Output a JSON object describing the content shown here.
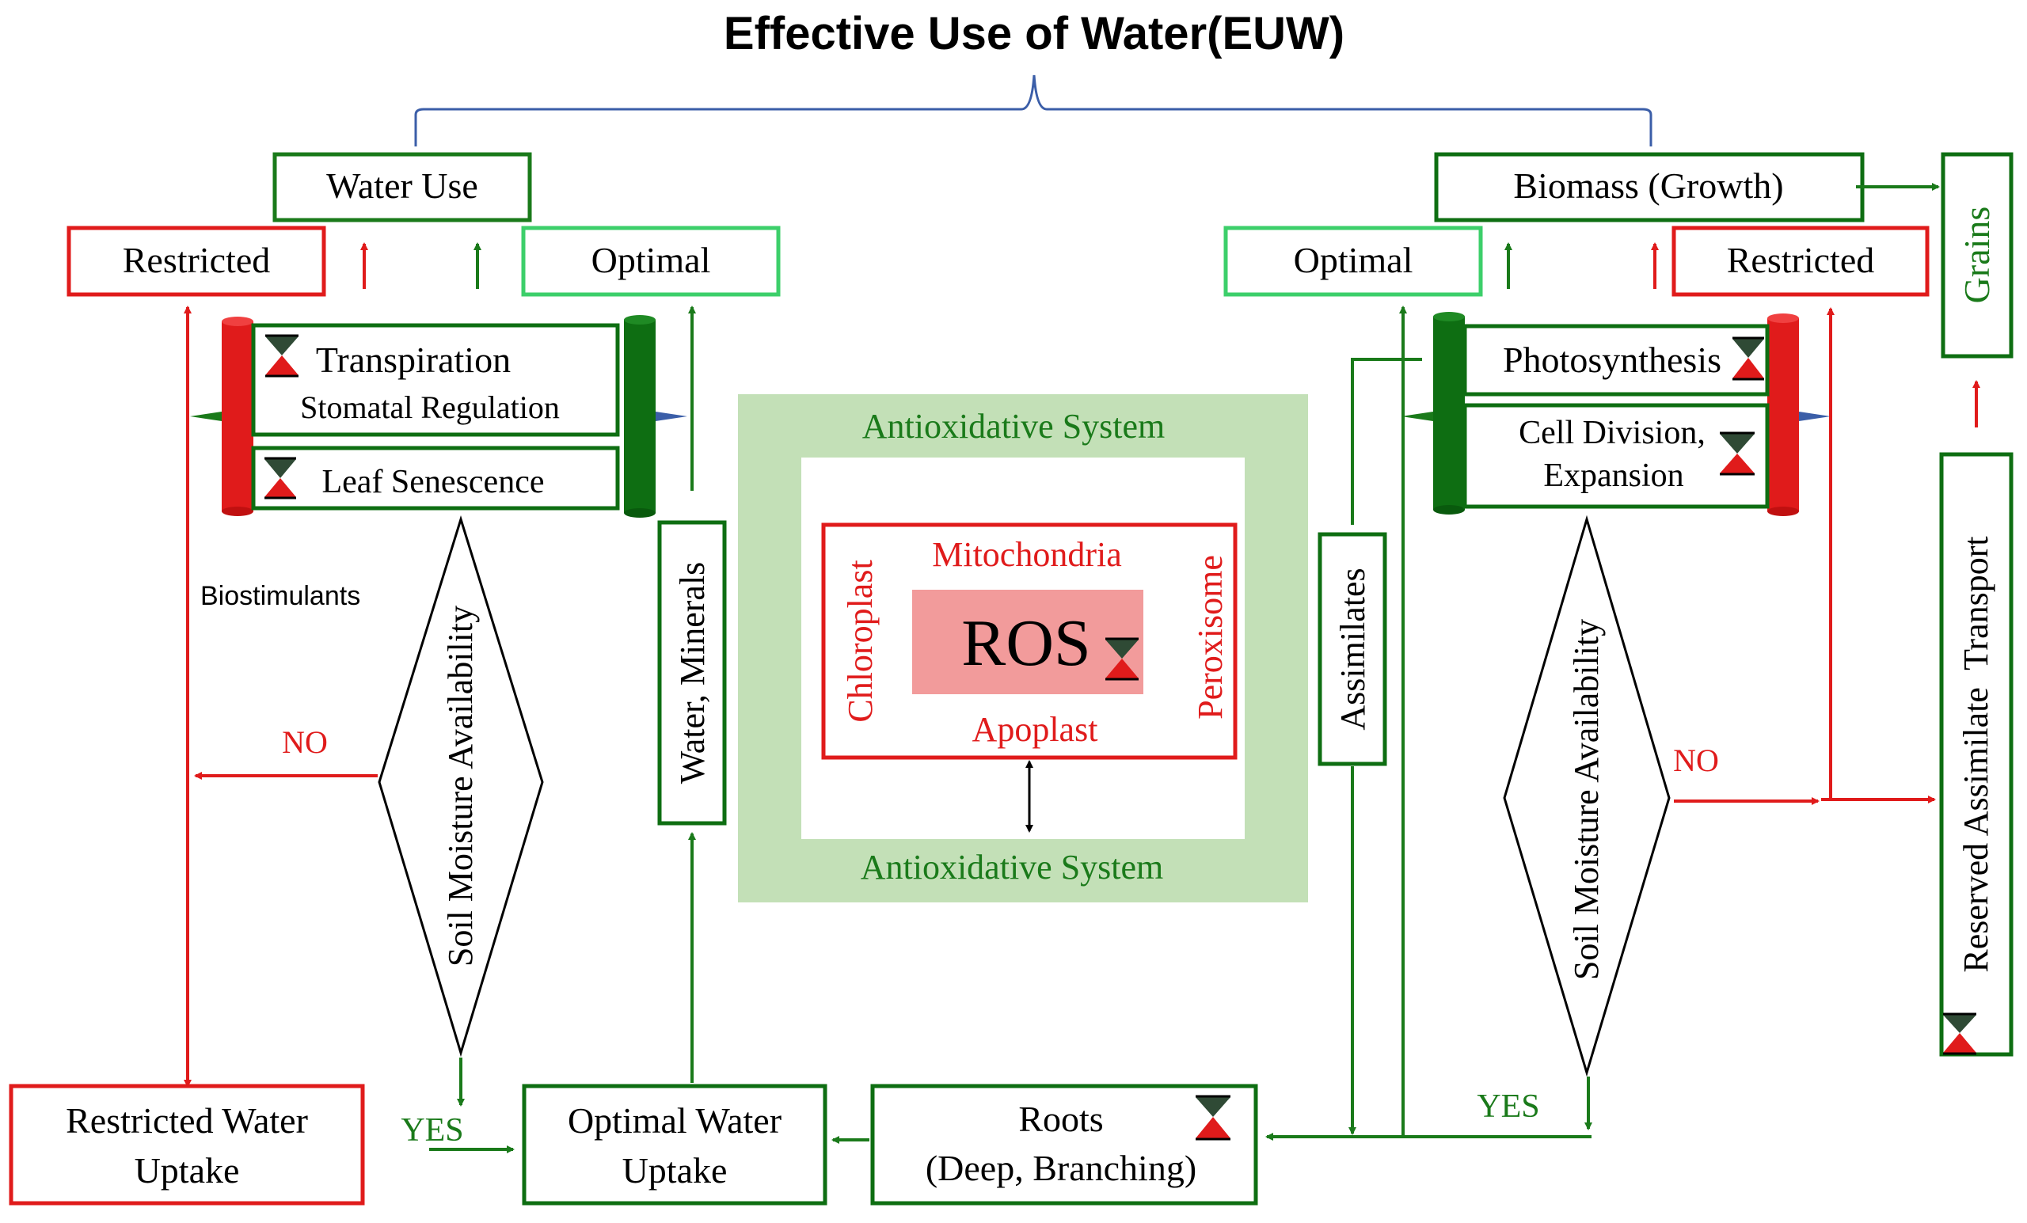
{
  "title": "Effective Use of Water(EUW)",
  "colors": {
    "green": "#1a7a1a",
    "dark_green": "#0e6e12",
    "red": "#e01b1b",
    "light_green_border": "#3ccf6a",
    "antiox_bg": "#c3e0b7",
    "ros_bg": "#f29b9b",
    "hourglass_top": "#2f4a35",
    "hourglass_bottom": "#e01b1b"
  },
  "left": {
    "water_use": "Water Use",
    "restricted": "Restricted",
    "optimal": "Optimal",
    "transpiration": "Transpiration",
    "stomatal_regulation": "Stomatal Regulation",
    "leaf_senescence": "Leaf Senescence",
    "biostimulants": "Biostimulants",
    "soil_moisture": "Soil Moisture Availability",
    "no": "NO",
    "yes": "YES",
    "water_minerals": "Water, Minerals",
    "restricted_uptake_line1": "Restricted Water",
    "restricted_uptake_line2": "Uptake",
    "optimal_uptake_line1": "Optimal Water",
    "optimal_uptake_line2": "Uptake"
  },
  "center": {
    "antiox_top": "Antioxidative System",
    "antiox_bottom": "Antioxidative System",
    "mitochondria": "Mitochondria",
    "chloroplast": "Chloroplast",
    "peroxisome": "Peroxisome",
    "apoplast": "Apoplast",
    "ros": "ROS"
  },
  "right": {
    "biomass": "Biomass (Growth)",
    "grains": "Grains",
    "optimal": "Optimal",
    "restricted": "Restricted",
    "photosynthesis": "Photosynthesis",
    "cell_division_line1": "Cell Division,",
    "cell_division_line2": "Expansion",
    "assimilates": "Assimilates",
    "soil_moisture": "Soil Moisture Availability",
    "no": "NO",
    "yes": "YES",
    "reserved_transport": "Reserved Assimilate  Transport",
    "roots_line1": "Roots",
    "roots_line2": "(Deep, Branching)"
  }
}
